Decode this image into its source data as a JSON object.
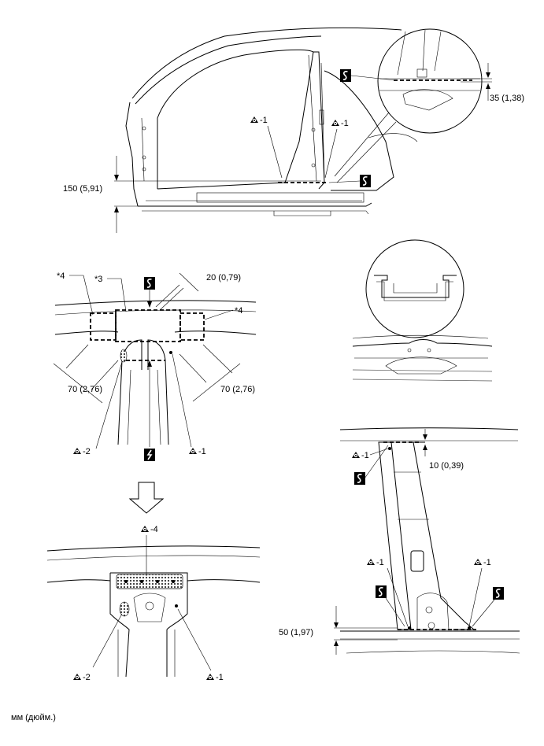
{
  "units_label": "мм (дюйм.)",
  "top_view": {
    "dim_sill": "150 (5,91)",
    "dim_detail": "35 (1,38)",
    "weld_left": "-1",
    "weld_right": "-1"
  },
  "upper_joint_view": {
    "label_star4_left": "*4",
    "label_star3": "*3",
    "label_star4_right": "*4",
    "dim_width": "20 (0,79)",
    "dim_left": "70 (2,76)",
    "dim_right": "70 (2,76)",
    "weld_left": "-2",
    "weld_right": "-1"
  },
  "finished_joint_view": {
    "weld_top": "-4",
    "weld_left": "-2",
    "weld_right": "-1"
  },
  "pillar_view": {
    "weld_top": "-1",
    "dim_top": "10 (0,39)",
    "weld_left": "-1",
    "weld_right": "-1",
    "dim_bottom": "50 (1,97)"
  },
  "icons": {
    "weld_symbol": "spot-weld-icon",
    "cut_symbol": "saw-cut-icon",
    "arrow": "down-arrow-icon"
  }
}
